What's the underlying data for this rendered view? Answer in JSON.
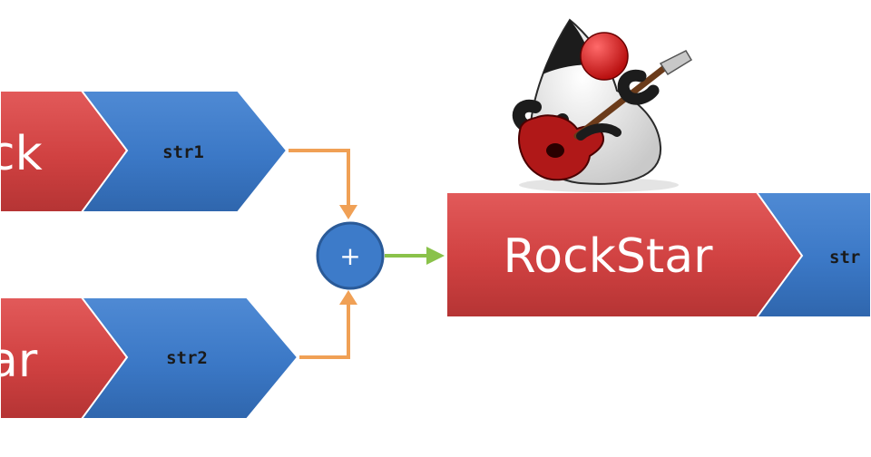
{
  "diagram": {
    "top_left": {
      "value_text": "ck",
      "var_name": "str1"
    },
    "bottom_left": {
      "value_text": "ar",
      "var_name": "str2"
    },
    "operator": "+",
    "result": {
      "value_text": "RockStar",
      "var_name": "str"
    },
    "colors": {
      "red": "#d64545",
      "red_dark": "#9f2a2a",
      "blue": "#3d7bc9",
      "blue_dark": "#2a5a98",
      "orange": "#f0a055",
      "green": "#8ac24a",
      "circle": "#3d7bc9"
    },
    "mascot": {
      "icon": "duke-rockstar-guitar-icon"
    }
  }
}
